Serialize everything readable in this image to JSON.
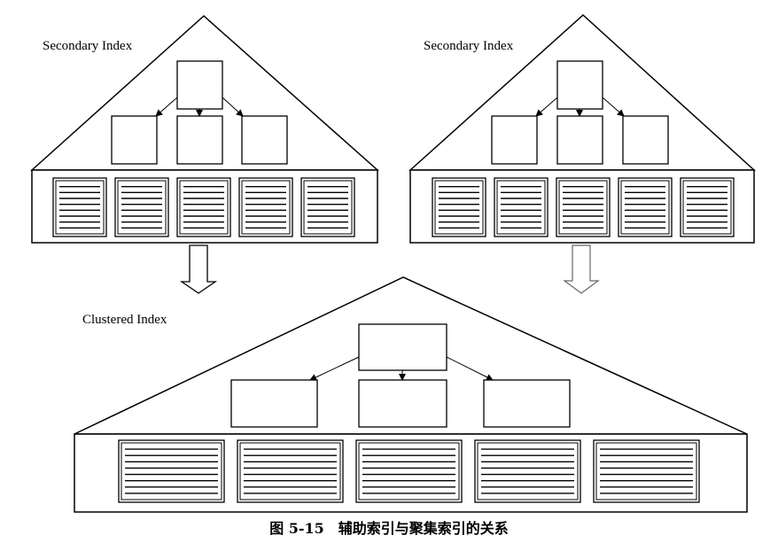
{
  "diagram": {
    "labels": {
      "left_index": "Secondary Index",
      "right_index": "Secondary Index",
      "bottom_index": "Clustered Index"
    },
    "caption": "图 5-15　辅助索引与聚集索引的关系",
    "colors": {
      "stroke": "#000000",
      "background": "#ffffff",
      "arrow_fill": "#ffffff"
    }
  }
}
